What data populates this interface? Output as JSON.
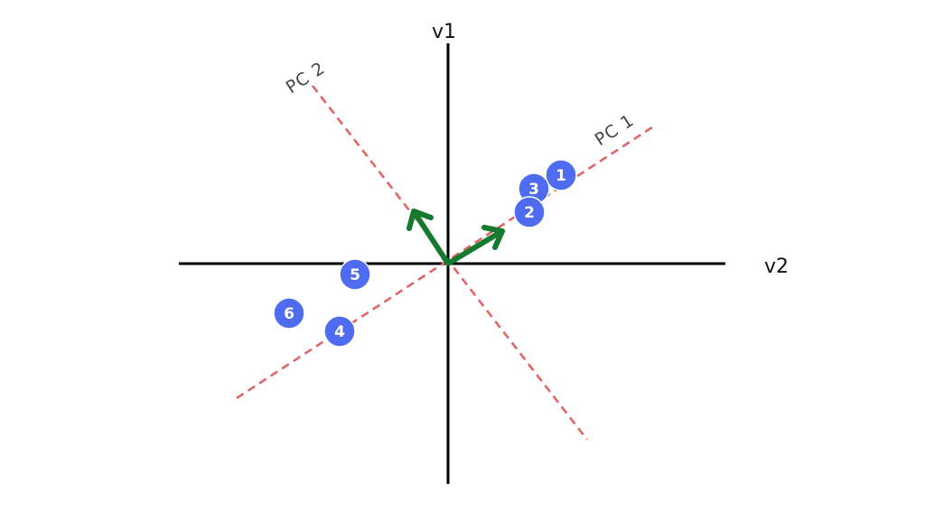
{
  "axes": {
    "vertical_label": "v1",
    "horizontal_label": "v2",
    "axis_color": "#000000"
  },
  "principal_components": [
    {
      "label": "PC 1",
      "color": "#e06666"
    },
    {
      "label": "PC 2",
      "color": "#e06666"
    }
  ],
  "eigenvector_color": "#137a2f",
  "point_color": "#4f6cf0",
  "points": [
    {
      "label": "1"
    },
    {
      "label": "3"
    },
    {
      "label": "2"
    },
    {
      "label": "5"
    },
    {
      "label": "6"
    },
    {
      "label": "4"
    }
  ]
}
